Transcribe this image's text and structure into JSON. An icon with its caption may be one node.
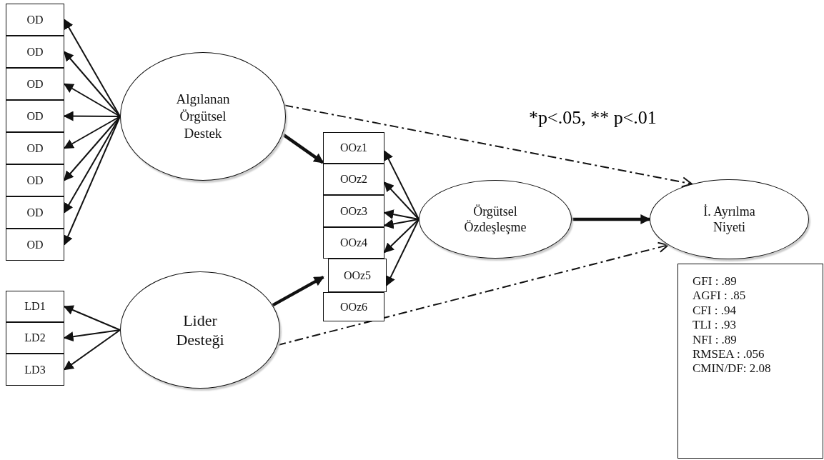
{
  "diagram": {
    "nodes": [
      {
        "text": [
          "OD"
        ]
      },
      {
        "text": [
          "OD"
        ]
      },
      {
        "text": [
          "OD"
        ]
      },
      {
        "text": [
          "OD"
        ]
      },
      {
        "text": [
          "OD"
        ]
      },
      {
        "text": [
          "OD"
        ]
      },
      {
        "text": [
          "OD"
        ]
      },
      {
        "text": [
          "OD"
        ]
      },
      {
        "text": [
          "Algılanan Örgütsel Destek"
        ]
      },
      {
        "text": [
          "LD1"
        ]
      },
      {
        "text": [
          "LD2"
        ]
      },
      {
        "text": [
          "LD3"
        ]
      },
      {
        "text": [
          "Lider Desteği"
        ]
      },
      {
        "text": [
          "OOz1"
        ]
      },
      {
        "text": [
          "OOz2"
        ]
      },
      {
        "text": [
          "OOz3"
        ]
      },
      {
        "text": [
          "OOz4"
        ]
      },
      {
        "text": [
          "OOz5"
        ]
      },
      {
        "text": [
          "OOz6"
        ]
      },
      {
        "text": [
          "Örgütsel Özdeşleşme"
        ]
      },
      {
        "text": [
          "İ. Ayrılma Niyeti"
        ]
      },
      {
        "text": [
          "GFI : .89",
          "AGFI : .85",
          "CFI : .94",
          "TLI : .93",
          "NFI : .89",
          "RMSEA : .056",
          "CMIN/DF: 2.08"
        ]
      }
    ],
    "edges": [
      {
        "from": 8,
        "to": 0,
        "arrow": "to"
      },
      {
        "from": 8,
        "to": 1,
        "arrow": "to"
      },
      {
        "from": 8,
        "to": 2,
        "arrow": "to"
      },
      {
        "from": 8,
        "to": 3,
        "arrow": "to"
      },
      {
        "from": 8,
        "to": 4,
        "arrow": "to"
      },
      {
        "from": 8,
        "to": 5,
        "arrow": "to"
      },
      {
        "from": 8,
        "to": 6,
        "arrow": "to"
      },
      {
        "from": 8,
        "to": 7,
        "arrow": "to"
      },
      {
        "from": 12,
        "to": 9,
        "arrow": "to"
      },
      {
        "from": 12,
        "to": 10,
        "arrow": "to"
      },
      {
        "from": 12,
        "to": 11,
        "arrow": "to"
      },
      {
        "from": 8,
        "to": 13,
        "arrow": "to",
        "style": "thick"
      },
      {
        "from": 12,
        "to": 17,
        "arrow": "to",
        "style": "thick"
      },
      {
        "from": 19,
        "to": 13,
        "arrow": "to"
      },
      {
        "from": 19,
        "to": 14,
        "arrow": "to"
      },
      {
        "from": 19,
        "to": 15,
        "arrow": "to"
      },
      {
        "from": 19,
        "to": 15,
        "arrow": "to"
      },
      {
        "from": 19,
        "to": 16,
        "arrow": "to"
      },
      {
        "from": 19,
        "to": 17,
        "arrow": "to"
      },
      {
        "from": 19,
        "to": 20,
        "arrow": "to",
        "style": "thick"
      },
      {
        "from": 8,
        "to": 20,
        "arrow": "to",
        "style": "dashed"
      },
      {
        "from": 12,
        "to": 20,
        "arrow": "to",
        "style": "dashed"
      }
    ],
    "labels": [
      "*p<.05, ** p<.01"
    ]
  }
}
